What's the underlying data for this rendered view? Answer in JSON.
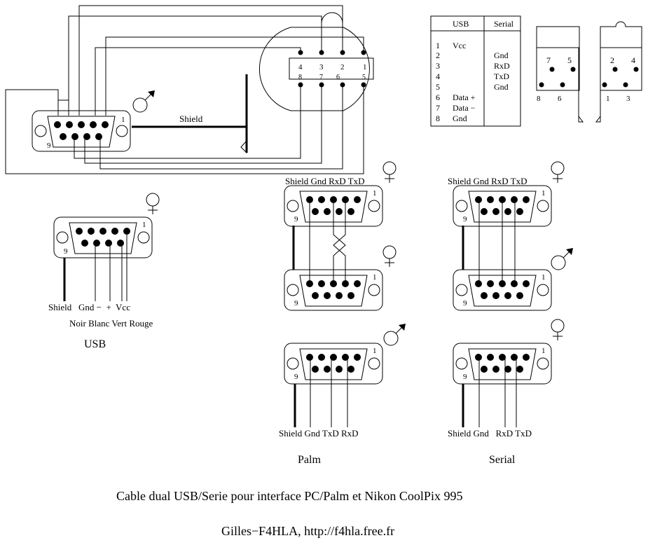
{
  "title": "Cable dual USB/Serie pour interface PC/Palm et Nikon CoolPix 995",
  "author": "Gilles−F4HLA, http://f4hla.free.fr",
  "colors": {
    "ink": "#000000",
    "background": "#ffffff"
  },
  "top_diagram": {
    "shield_label": "Shield",
    "db9_pin1": "1",
    "db9_pin9": "9",
    "gender": "male",
    "camera_connector": {
      "top_pins": [
        "4",
        "3",
        "2",
        "1"
      ],
      "bottom_pins": [
        "8",
        "7",
        "6",
        "5"
      ]
    }
  },
  "pinout_table": {
    "headers": [
      "USB",
      "Serial"
    ],
    "rows": [
      {
        "pin": "1",
        "usb": "Vcc",
        "serial": ""
      },
      {
        "pin": "2",
        "usb": "",
        "serial": "Gnd"
      },
      {
        "pin": "3",
        "usb": "",
        "serial": "RxD"
      },
      {
        "pin": "4",
        "usb": "",
        "serial": "TxD"
      },
      {
        "pin": "5",
        "usb": "",
        "serial": "Gnd"
      },
      {
        "pin": "6",
        "usb": "Data +",
        "serial": ""
      },
      {
        "pin": "7",
        "usb": "Data −",
        "serial": ""
      },
      {
        "pin": "8",
        "usb": "Gnd",
        "serial": ""
      }
    ]
  },
  "camera_plug": {
    "left_upper": [
      "7",
      "5"
    ],
    "left_lower": [
      "8",
      "6"
    ],
    "right_upper": [
      "2",
      "4"
    ],
    "right_lower": [
      "1",
      "3"
    ]
  },
  "usb_connector": {
    "gender": "female",
    "pin1": "1",
    "pin9": "9",
    "wire_labels": "Shield   Gnd −  +  Vcc",
    "color_labels": "Noir Blanc Vert Rouge",
    "caption": "USB"
  },
  "palm_group": {
    "top_header": "Shield Gnd RxD TxD",
    "top_gender": "female",
    "middle_gender": "female",
    "bottom_gender": "male",
    "bottom_labels": "Shield Gnd TxD RxD",
    "caption": "Palm",
    "pin1": "1",
    "pin9": "9"
  },
  "serial_group": {
    "top_header": "Shield Gnd RxD TxD",
    "top_gender": "female",
    "middle_gender": "male",
    "bottom_gender": "female",
    "bottom_labels": "Shield Gnd   RxD TxD",
    "caption": "Serial",
    "pin1": "1",
    "pin9": "9"
  }
}
